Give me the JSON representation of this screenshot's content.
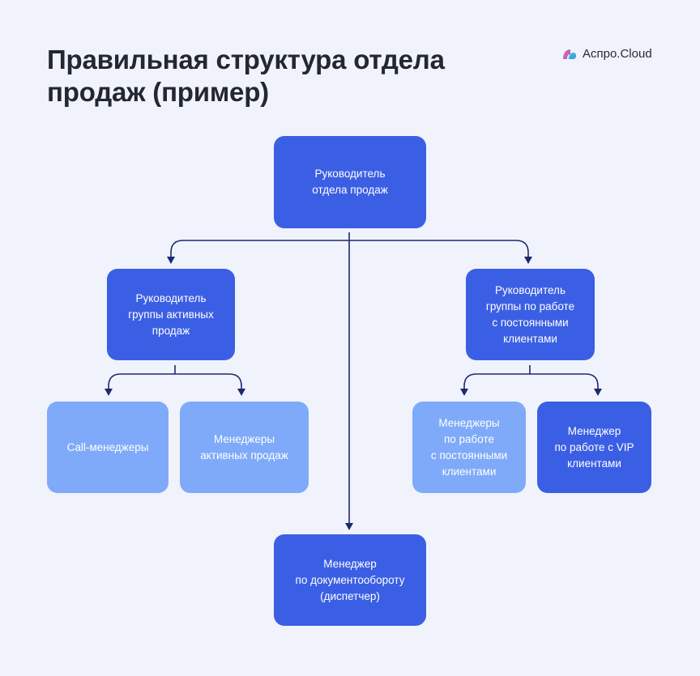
{
  "title": "Правильная структура отдела\nпродаж (пример)",
  "logo": {
    "text": "Аспро.Cloud",
    "icon": "aspro-cloud-logo-icon"
  },
  "nodes": {
    "head": "Руководитель\nотдела продаж",
    "active_lead": "Руководитель\nгруппы активных\nпродаж",
    "regular_lead": "Руководитель\nгруппы по работе\nс постоянными\nклиентами",
    "call_managers": "Call-менеджеры",
    "active_managers": "Менеджеры\nактивных продаж",
    "regular_managers": "Менеджеры\nпо работе\nс постоянными\nклиентами",
    "vip_manager": "Менеджер\nпо работе с VIP\nклиентами",
    "doc_manager": "Менеджер\nпо документообороту\n(диспетчер)"
  },
  "colors": {
    "background": "#f0f3fc",
    "dark_node": "#3b5fe4",
    "light_node": "#7faaf9",
    "connector": "#1c2a6e",
    "title": "#232731"
  }
}
